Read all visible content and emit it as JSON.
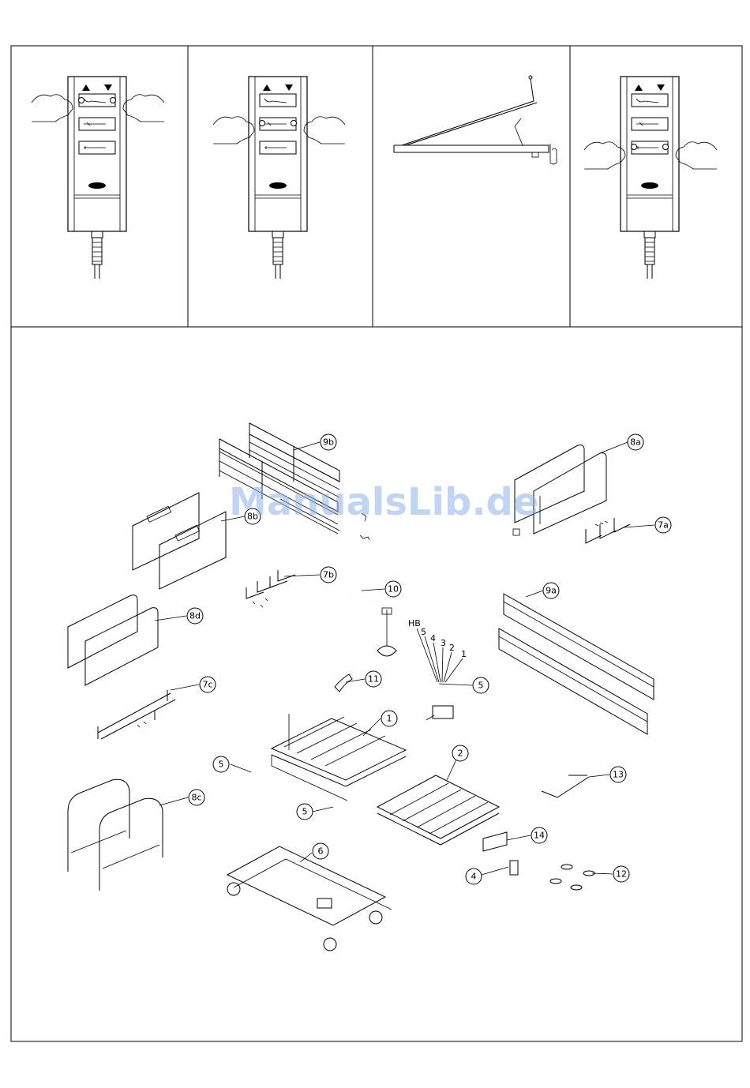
{
  "watermark": "ManualsLib.de",
  "remote_controls": [
    {
      "panel": 1
    },
    {
      "panel": 2
    },
    {
      "panel": 4
    }
  ],
  "callouts": [
    {
      "id": "9b"
    },
    {
      "id": "8a"
    },
    {
      "id": "8b"
    },
    {
      "id": "7a"
    },
    {
      "id": "7b"
    },
    {
      "id": "10"
    },
    {
      "id": "9a"
    },
    {
      "id": "8d"
    },
    {
      "id": "11"
    },
    {
      "id": "7c"
    },
    {
      "id": "5"
    },
    {
      "id": "1"
    },
    {
      "id": "2"
    },
    {
      "id": "13"
    },
    {
      "id": "5"
    },
    {
      "id": "5"
    },
    {
      "id": "8c"
    },
    {
      "id": "6"
    },
    {
      "id": "14"
    },
    {
      "id": "4"
    },
    {
      "id": "12"
    }
  ],
  "cable_labels": [
    "HB",
    "5",
    "4",
    "3",
    "2",
    "1"
  ]
}
